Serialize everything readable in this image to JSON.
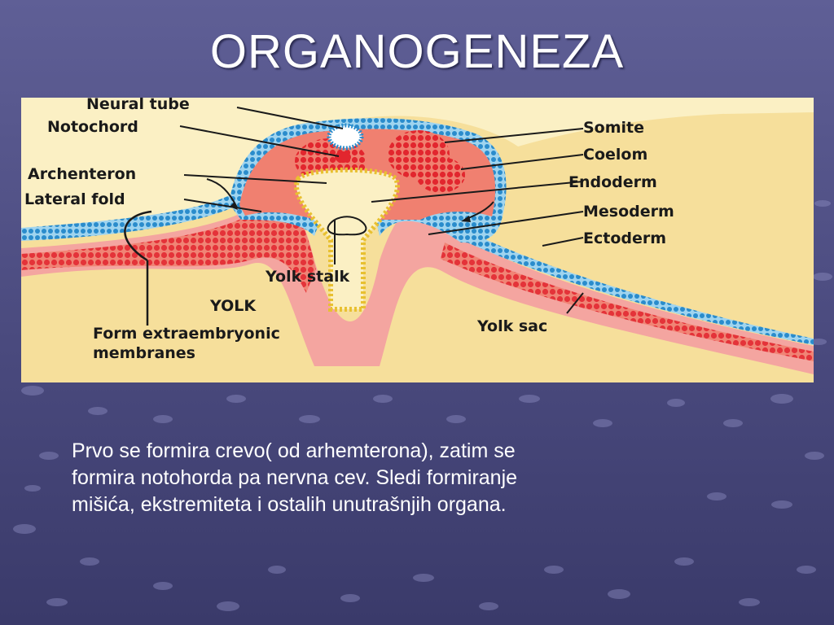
{
  "slide": {
    "title": "ORGANOGENEZA",
    "body_lines": [
      "Prvo se formira crevo( od arhemterona), zatim se",
      "formira notohorda pa nervna cev. Sledi formiranje",
      "mišića, ekstremiteta i ostalih unutrašnjih organa."
    ]
  },
  "diagram": {
    "labels": {
      "neural_tube": "Neural tube",
      "notochord": "Notochord",
      "archenteron": "Archenteron",
      "lateral_fold": "Lateral fold",
      "yolk_stalk": "Yolk stalk",
      "yolk": "YOLK",
      "form_extra_1": "Form extraembryonic",
      "form_extra_2": "membranes",
      "somite": "Somite",
      "coelom": "Coelom",
      "endoderm": "Endoderm",
      "mesoderm": "Mesoderm",
      "ectoderm": "Ectoderm",
      "yolk_sac": "Yolk sac"
    },
    "colors": {
      "ectoderm": "#3a9ad0",
      "mesoderm": "#e0323a",
      "endoderm": "#f2d048",
      "coelom": "#f4a5a0",
      "yolk": "#fbf0c4"
    }
  }
}
